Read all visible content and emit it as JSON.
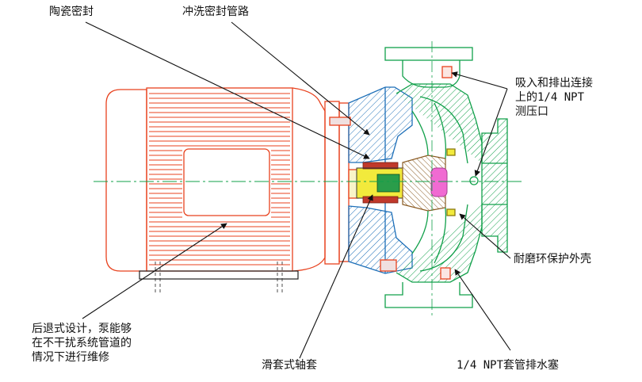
{
  "labels": {
    "ceramic_seal": "陶瓷密封",
    "flush_seal_pipe": "冲洗密封管路",
    "pressure_tap": [
      "吸入和排出连接",
      "上的1/4 NPT",
      "测压口"
    ],
    "wear_ring_casing": "耐磨环保护外壳",
    "back_pull_out": [
      "后退式设计，泵能够",
      "在不干扰系统管道的",
      "情况下进行维修"
    ],
    "sleeve_bearing": "滑套式轴套",
    "drain_plug": "1/4 NPT套管排水塞"
  },
  "colors": {
    "motor": "#e8421e",
    "housing": "#1d6fb8",
    "casing": "#11a04a",
    "shaft_yellow": "#f2ea3c",
    "impeller_hub": "#c59a52",
    "seal_magenta": "#f06ad2",
    "leader": "#111111",
    "centerline": "#11a04a"
  }
}
